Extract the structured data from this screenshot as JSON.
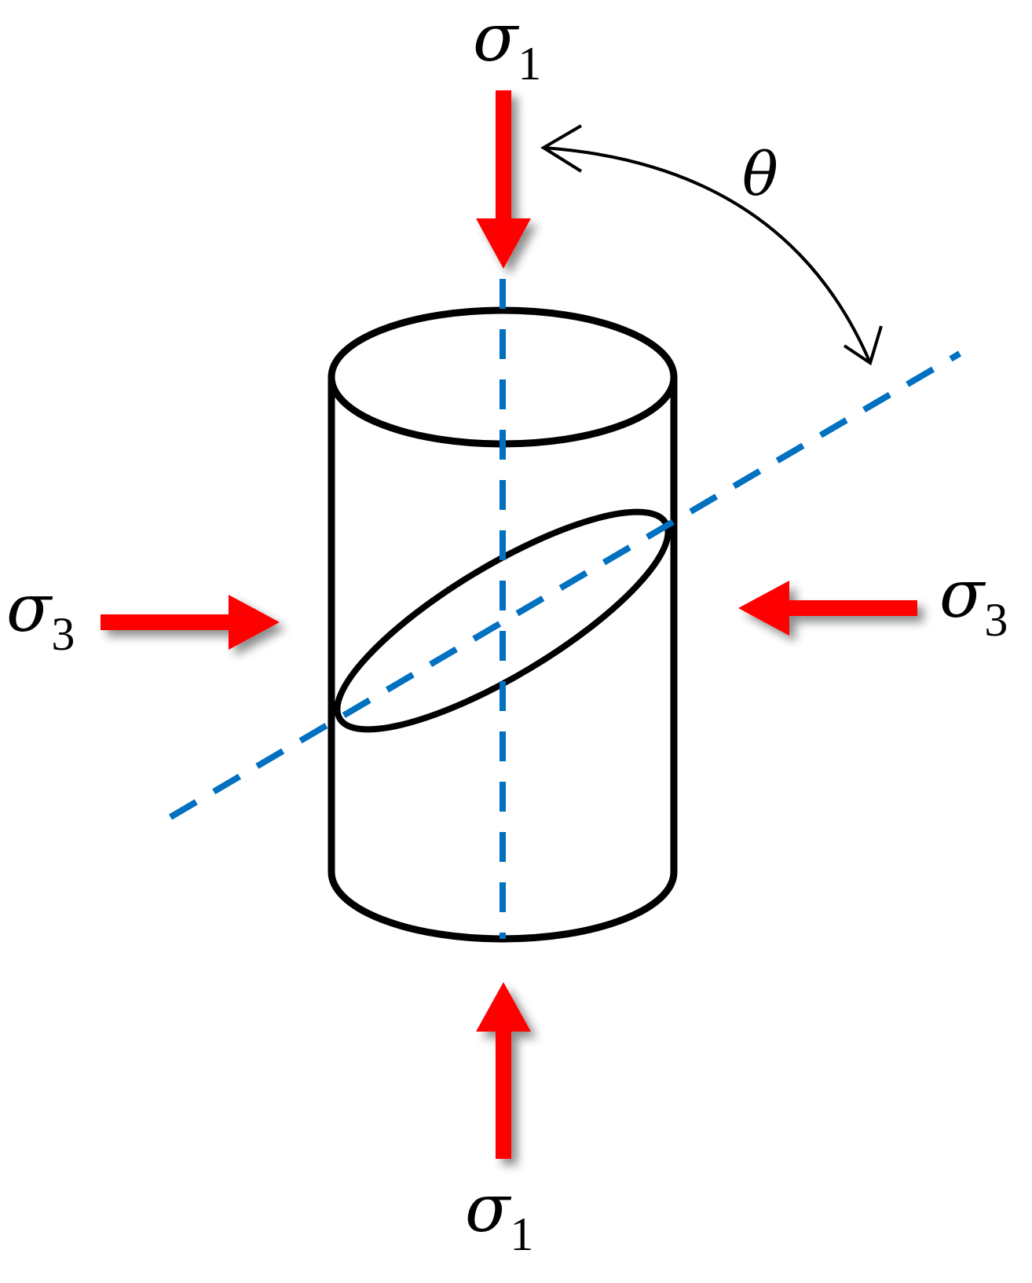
{
  "labels": {
    "sigma_symbol": "σ",
    "sigma1_subscript": "1",
    "sigma3_subscript": "3",
    "angle_symbol": "θ"
  },
  "colors": {
    "load_arrow": "#ff0000",
    "axis_dashed": "#0070c0",
    "outline": "#000000",
    "background": "#ffffff"
  }
}
